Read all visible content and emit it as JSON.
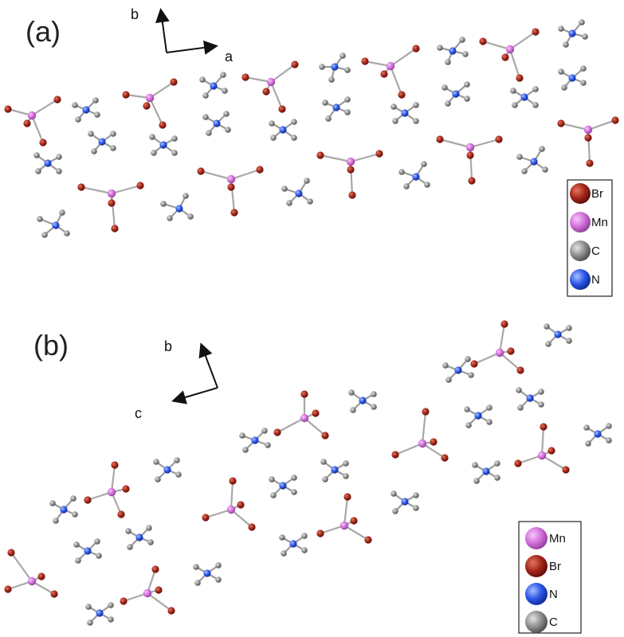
{
  "panels": [
    {
      "label": "(a)",
      "axes": {
        "up": "b",
        "right": "a"
      },
      "legend": [
        {
          "label": "Br",
          "color": "#9a1f14",
          "icon": "br-sphere-icon"
        },
        {
          "label": "Mn",
          "color": "#d06ed8",
          "icon": "mn-sphere-icon"
        },
        {
          "label": "C",
          "color": "#8a8a8a",
          "icon": "c-sphere-icon"
        },
        {
          "label": "N",
          "color": "#2a55e6",
          "icon": "n-sphere-icon"
        }
      ]
    },
    {
      "label": "(b)",
      "axes": {
        "up": "b",
        "left": "c"
      },
      "legend": [
        {
          "label": "Mn",
          "color": "#d06ed8",
          "icon": "mn-sphere-icon"
        },
        {
          "label": "Br",
          "color": "#9a1f14",
          "icon": "br-sphere-icon"
        },
        {
          "label": "N",
          "color": "#2a55e6",
          "icon": "n-sphere-icon"
        },
        {
          "label": "C",
          "color": "#8a8a8a",
          "icon": "c-sphere-icon"
        }
      ]
    }
  ],
  "colors": {
    "Br": "#9a1f14",
    "Mn": "#d06ed8",
    "C": "#8a8a8a",
    "N": "#2a55e6"
  }
}
